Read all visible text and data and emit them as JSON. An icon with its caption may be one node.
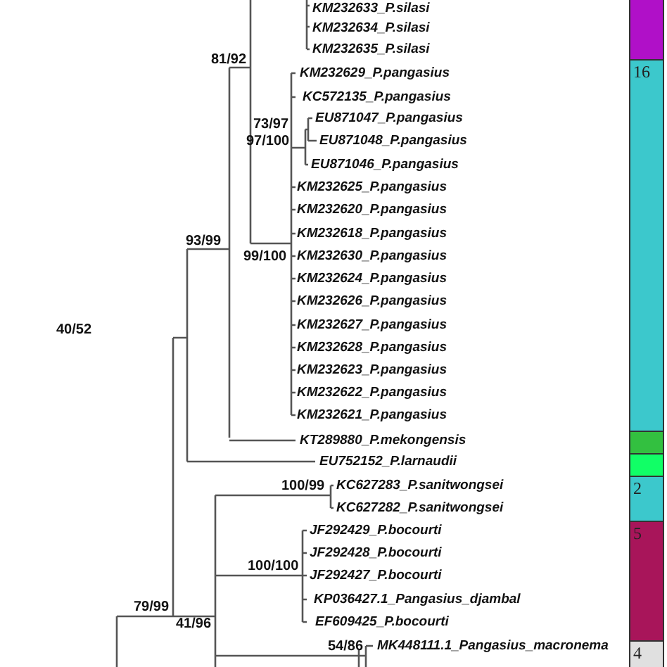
{
  "diagram": {
    "nodes": [
      {
        "text": [],
        "shape": "bar"
      },
      {
        "text": [
          "16"
        ]
      },
      {
        "text": [],
        "shape": "bar"
      },
      {
        "text": [],
        "shape": "bar"
      },
      {
        "text": [
          "2"
        ]
      },
      {
        "text": [
          "5"
        ]
      },
      {
        "text": [
          "4"
        ]
      }
    ],
    "labels": [
      "KM232633_P.silasi",
      "KM232634_P.silasi",
      "KM232635_P.silasi",
      "81/92",
      "KM232629_P.pangasius",
      "KC572135_P.pangasius",
      "73/97",
      "EU871047_P.pangasius",
      "97/100",
      "EU871048_P.pangasius",
      "EU871046_P.pangasius",
      "KM232625_P.pangasius",
      "KM232620_P.pangasius",
      "KM232618_P.pangasius",
      "93/99",
      "99/100",
      "KM232630_P.pangasius",
      "KM232624_P.pangasius",
      "KM232626_P.pangasius",
      "40/52",
      "KM232627_P.pangasius",
      "KM232628_P.pangasius",
      "KM232623_P.pangasius",
      "KM232622_P.pangasius",
      "KM232621_P.pangasius",
      "KT289880_P.mekongensis",
      "EU752152_P.larnaudii",
      "100/99",
      "KC627283_P.sanitwongsei",
      "KC627282_P.sanitwongsei",
      "JF292429_P.bocourti",
      "JF292428_P.bocourti",
      "100/100",
      "JF292427_P.bocourti",
      "KP036427.1_Pangasius_djambal",
      "79/99",
      "41/96",
      "EF609425_P.bocourti",
      "54/86",
      "MK448111.1_Pangasius_macronema"
    ]
  }
}
